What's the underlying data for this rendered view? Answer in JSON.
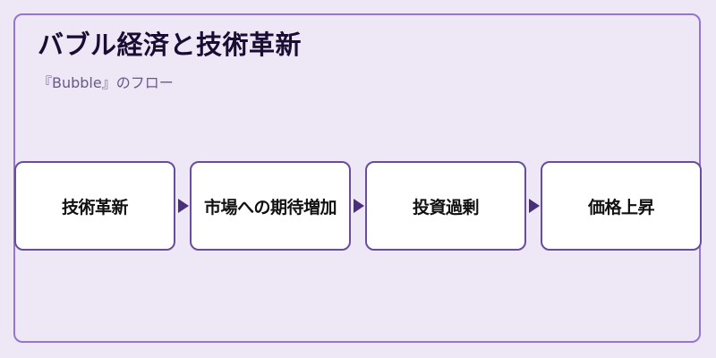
{
  "header": {
    "title": "バブル経済と技術革新",
    "subtitle": "『Bubble』のフロー"
  },
  "flow": {
    "steps": [
      {
        "label": "技術革新"
      },
      {
        "label": "市場への期待増加"
      },
      {
        "label": "投資過剰"
      },
      {
        "label": "価格上昇"
      }
    ]
  },
  "colors": {
    "background": "#ede7f6",
    "frame_border": "#9575cd",
    "box_border": "#6a4c9c",
    "arrow": "#4a2f7a",
    "title_text": "#1a0d33"
  }
}
